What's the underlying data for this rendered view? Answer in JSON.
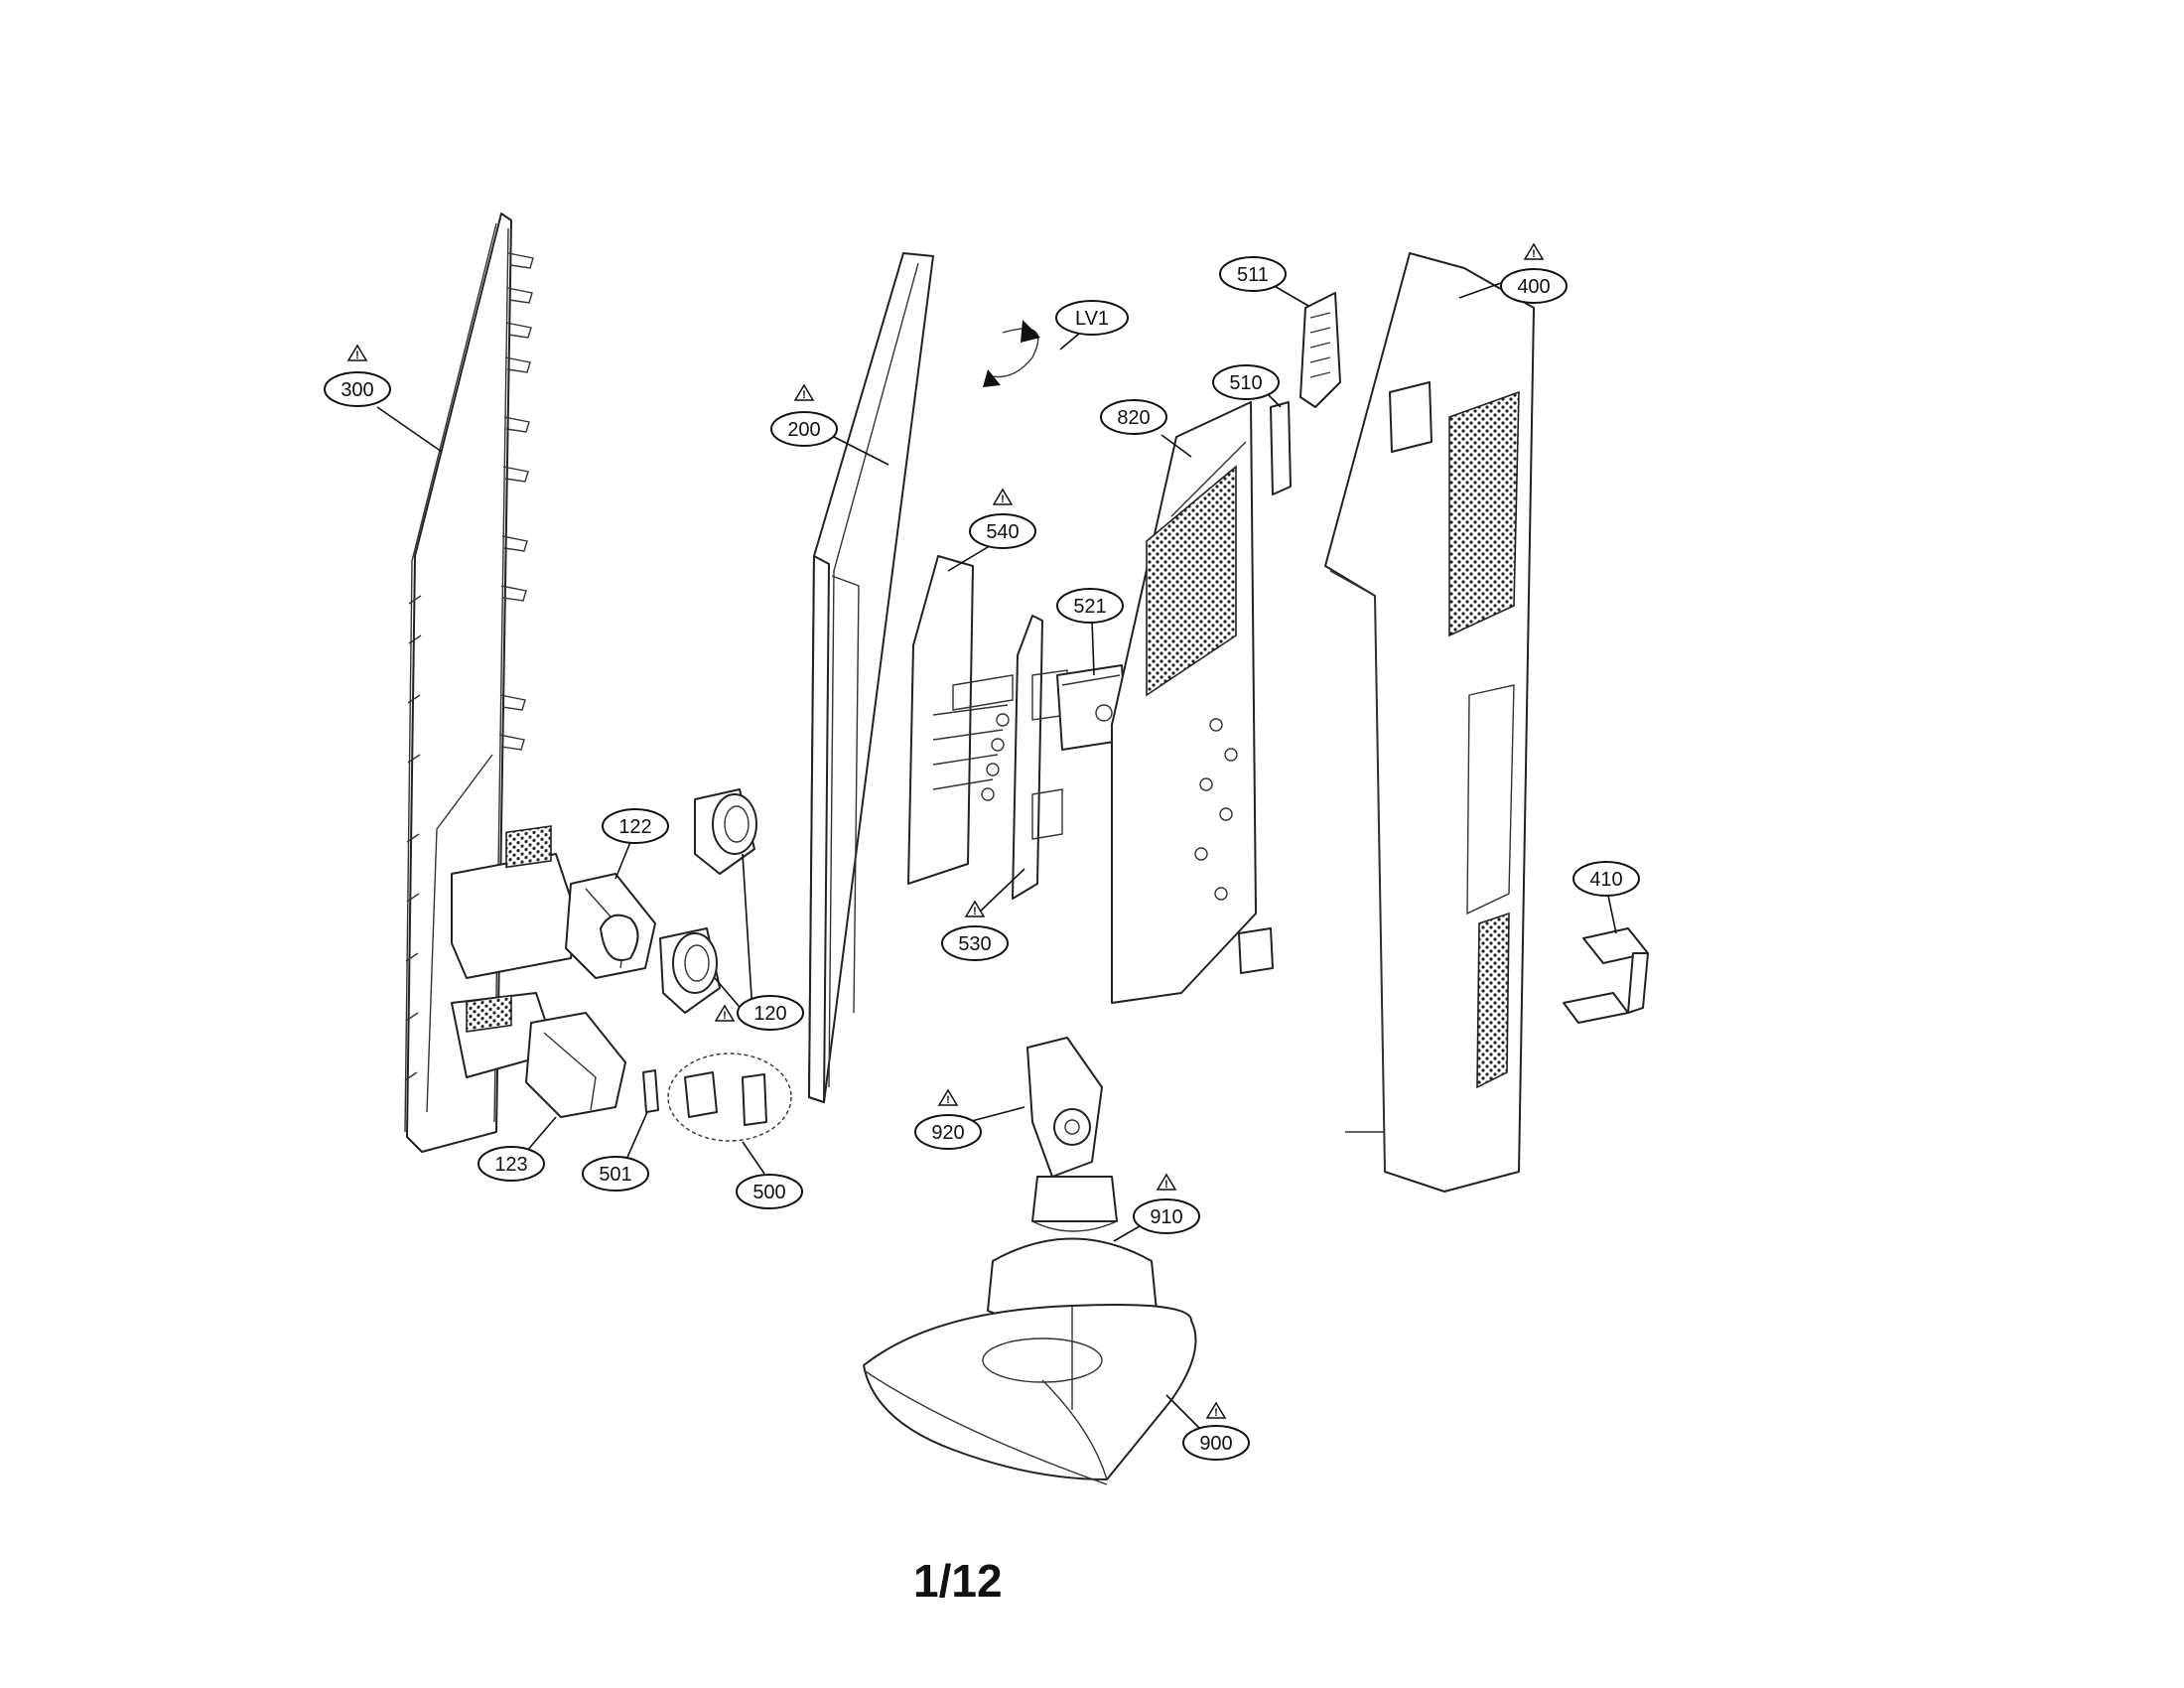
{
  "page": {
    "number": "1/12"
  },
  "callouts": [
    {
      "id": "300",
      "label": "300",
      "warning": true
    },
    {
      "id": "200",
      "label": "200",
      "warning": true
    },
    {
      "id": "lv1",
      "label": "LV1",
      "warning": false
    },
    {
      "id": "511",
      "label": "511",
      "warning": false
    },
    {
      "id": "400",
      "label": "400",
      "warning": true
    },
    {
      "id": "510",
      "label": "510",
      "warning": false
    },
    {
      "id": "820",
      "label": "820",
      "warning": false
    },
    {
      "id": "540",
      "label": "540",
      "warning": true
    },
    {
      "id": "521",
      "label": "521",
      "warning": false
    },
    {
      "id": "122",
      "label": "122",
      "warning": false
    },
    {
      "id": "120",
      "label": "120",
      "warning": true
    },
    {
      "id": "530",
      "label": "530",
      "warning": true
    },
    {
      "id": "410",
      "label": "410",
      "warning": false
    },
    {
      "id": "123",
      "label": "123",
      "warning": false
    },
    {
      "id": "501",
      "label": "501",
      "warning": false
    },
    {
      "id": "500",
      "label": "500",
      "warning": false
    },
    {
      "id": "920",
      "label": "920",
      "warning": true
    },
    {
      "id": "910",
      "label": "910",
      "warning": true
    },
    {
      "id": "900",
      "label": "900",
      "warning": true
    }
  ]
}
